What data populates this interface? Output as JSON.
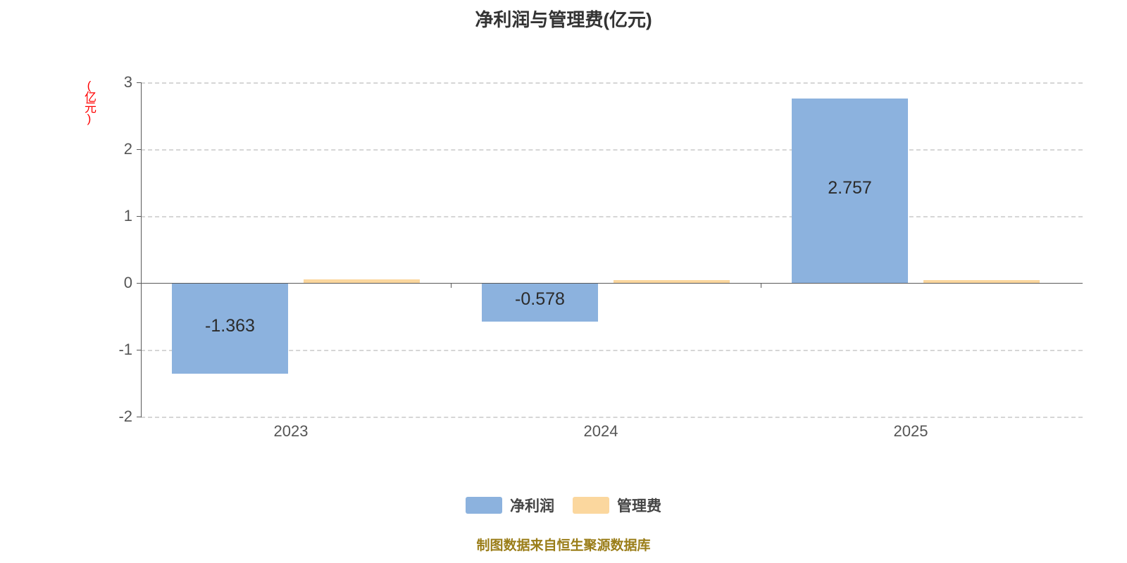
{
  "chart_data": {
    "type": "bar",
    "title": "净利润与管理费(亿元)",
    "xlabel": "",
    "ylabel": "(亿元)",
    "categories": [
      "2023",
      "2024",
      "2025"
    ],
    "series": [
      {
        "name": "净利润",
        "color": "#8CB2DE",
        "values": [
          -1.363,
          -0.578,
          2.757
        ],
        "labels": [
          "-1.363",
          "-0.578",
          "2.757"
        ]
      },
      {
        "name": "管理费",
        "color": "#FBD79E",
        "values": [
          0.055,
          0.048,
          0.04
        ],
        "labels": [
          "",
          "",
          ""
        ]
      }
    ],
    "ylim": [
      -2,
      3
    ],
    "yticks": [
      "3",
      "2",
      "1",
      "0",
      "-1",
      "-2"
    ],
    "ytick_values": [
      3,
      2,
      1,
      0,
      -1,
      -2
    ],
    "grid": true,
    "grid_style": "dashed horizontal",
    "legend_position": "bottom-center"
  },
  "footer": {
    "note": "制图数据来自恒生聚源数据库",
    "color": "#9a7d18"
  },
  "colors": {
    "title": "#333333",
    "axis": "#5a5a5a",
    "grid": "#d6d6d6",
    "tick_text": "#555555",
    "ylabel_text": "#ff0000",
    "series_net_profit": "#8CB2DE",
    "series_admin_fee": "#FBD79E",
    "background": "#ffffff"
  }
}
